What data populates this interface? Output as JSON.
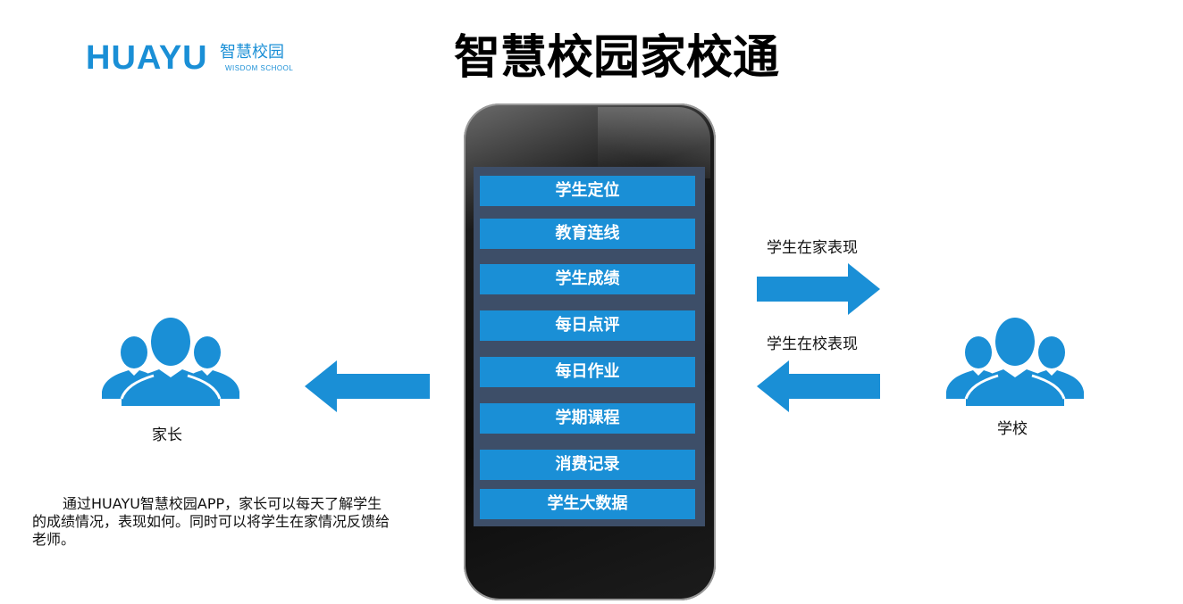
{
  "logo": {
    "brand": "HUAYU",
    "cn_name": "智慧校园",
    "en_name": "WISDOM SCHOOL"
  },
  "title": "智慧校园家校通",
  "phone_menu": [
    "学生定位",
    "教育连线",
    "学生成绩",
    "每日点评",
    "每日作业",
    "学期课程",
    "消费记录",
    "学生大数据"
  ],
  "arrows": {
    "top_right_label": "学生在家表现",
    "bottom_right_label": "学生在校表现"
  },
  "groups": {
    "parent_label": "家长",
    "school_label": "学校"
  },
  "description": "通过HUAYU智慧校园APP，家长可以每天了解学生的成绩情况，表现如何。同时可以将学生在家情况反馈给老师。",
  "colors": {
    "accent": "#1a8fd6",
    "screen_bg": "#3d4e68"
  }
}
